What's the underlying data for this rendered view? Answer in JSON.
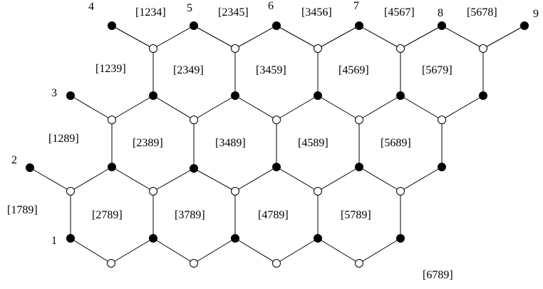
{
  "diagram": {
    "vertex_numbers": [
      "1",
      "2",
      "3",
      "4",
      "5",
      "6",
      "7",
      "8",
      "9"
    ],
    "boundary_labels": [
      "[1234]",
      "[2345]",
      "[3456]",
      "[4567]",
      "[5678]",
      "[1239]",
      "[1289]",
      "[1789]",
      "[6789]"
    ],
    "face_labels": [
      "[2349]",
      "[3459]",
      "[4569]",
      "[5679]",
      "[2389]",
      "[3489]",
      "[4589]",
      "[5689]",
      "[2789]",
      "[3789]",
      "[4789]",
      "[5789]"
    ],
    "colors": {
      "stroke": "#000000",
      "black_node": "#000000",
      "white_node": "#ffffff"
    }
  }
}
